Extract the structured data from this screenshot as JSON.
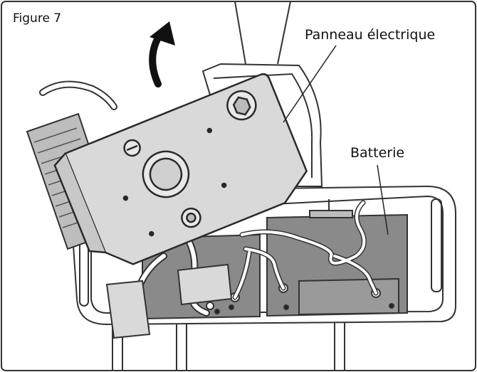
{
  "figure": {
    "label": "Figure 7"
  },
  "callouts": {
    "panel": "Panneau électrique",
    "battery": "Batterie"
  },
  "colors": {
    "line": "#2a2a2a",
    "panel_fill": "#d9d9d9",
    "battery_fill": "#8a8a8a",
    "background": "#ffffff"
  }
}
